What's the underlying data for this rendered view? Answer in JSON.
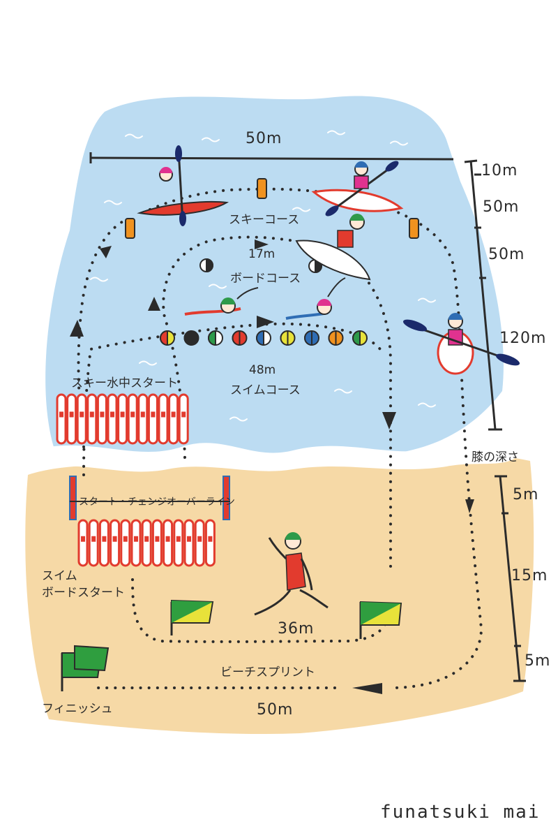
{
  "sea": {
    "width_label": "50m",
    "ski_course": "スキーコース",
    "board_distance": "17m",
    "board_course": "ボードコース",
    "swim_distance": "48m",
    "swim_course": "スイムコース",
    "ski_start": "スキー水中スタート"
  },
  "depth_scale": {
    "labels": [
      "10m",
      "50m",
      "50m",
      "120m"
    ],
    "knee_depth": "膝の深さ"
  },
  "beach": {
    "changeover_line": "スタート・チェンジオーバーライン",
    "swim_board_start_line1": "スイム",
    "swim_board_start_line2": "ボードスタート",
    "sprint_distance": "36m",
    "sprint_label": "ビーチスプリント",
    "finish": "フィニッシュ",
    "bottom_distance": "50m"
  },
  "beach_scale": {
    "labels": [
      "5m",
      "15m",
      "5m"
    ]
  },
  "buoys": [
    "red-yellow",
    "black",
    "green-white",
    "red",
    "blue-white",
    "yellow",
    "blue",
    "orange",
    "green-yellow"
  ],
  "colors": {
    "sea": "#bcdcf2",
    "sand": "#f6d9a6",
    "ink": "#2b2b2b",
    "red": "#e23b2e",
    "green_cap": "#2e9a4a",
    "pink_cap": "#e0328f",
    "blue_cap": "#2f6db4",
    "flag_yellow": "#e8e23a",
    "flag_green": "#2f9e3f"
  },
  "signature": "funatsuki mai"
}
